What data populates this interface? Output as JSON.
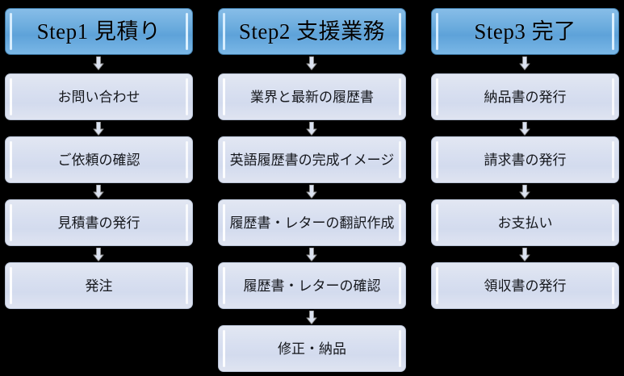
{
  "diagram": {
    "title": "Service flow: 3 steps",
    "background_color": "#000000",
    "header_color": "#6aabdd",
    "node_color": "#d8dff0",
    "arrow_icon": "down-arrow-icon",
    "columns": [
      {
        "id": "step1",
        "header": "Step1 見積り",
        "nodes": [
          "お問い合わせ",
          "ご依頼の確認",
          "見積書の発行",
          "発注"
        ]
      },
      {
        "id": "step2",
        "header": "Step2 支援業務",
        "nodes": [
          "業界と最新の履歴書",
          "英語履歴書の完成イメージ",
          "履歴書・レターの翻訳作成",
          "履歴書・レターの確認",
          "修正・納品"
        ]
      },
      {
        "id": "step3",
        "header": "Step3 完了",
        "nodes": [
          "納品書の発行",
          "請求書の発行",
          "お支払い",
          "領収書の発行"
        ]
      }
    ]
  }
}
